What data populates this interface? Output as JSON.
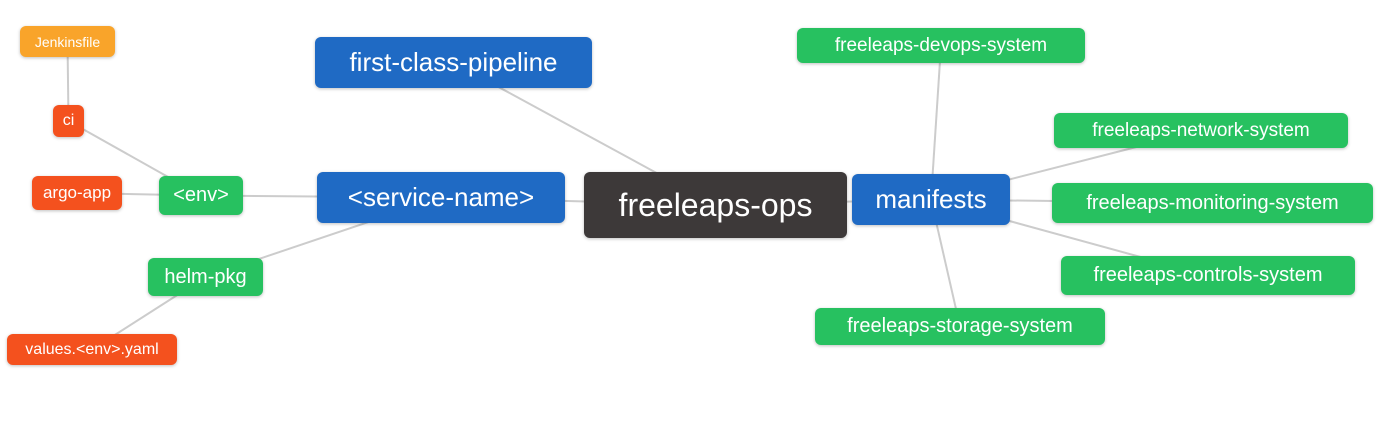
{
  "palette": {
    "root_bg": "#3D3939",
    "primary_bg": "#1F6AC4",
    "success_bg": "#27C160",
    "danger_bg": "#F4511E",
    "warning_bg": "#F9A42A",
    "text": "#FFFFFF",
    "edge": "#CCCCCC",
    "canvas_bg": "#FFFFFF"
  },
  "nodes": [
    {
      "id": "jenkinsfile",
      "label": "Jenkinsfile",
      "role": "warning"
    },
    {
      "id": "ci",
      "label": "ci",
      "role": "danger"
    },
    {
      "id": "argo-app",
      "label": "argo-app",
      "role": "danger"
    },
    {
      "id": "env",
      "label": "<env>",
      "role": "success"
    },
    {
      "id": "first-class-pipeline",
      "label": "first-class-pipeline",
      "role": "primary"
    },
    {
      "id": "service-name",
      "label": "<service-name>",
      "role": "primary"
    },
    {
      "id": "freeleaps-ops",
      "label": "freeleaps-ops",
      "role": "root"
    },
    {
      "id": "manifests",
      "label": "manifests",
      "role": "primary"
    },
    {
      "id": "freeleaps-devops-system",
      "label": "freeleaps-devops-system",
      "role": "success"
    },
    {
      "id": "freeleaps-network-system",
      "label": "freeleaps-network-system",
      "role": "success"
    },
    {
      "id": "freeleaps-monitoring-system",
      "label": "freeleaps-monitoring-system",
      "role": "success"
    },
    {
      "id": "freeleaps-controls-system",
      "label": "freeleaps-controls-system",
      "role": "success"
    },
    {
      "id": "freeleaps-storage-system",
      "label": "freeleaps-storage-system",
      "role": "success"
    },
    {
      "id": "helm-pkg",
      "label": "helm-pkg",
      "role": "success"
    },
    {
      "id": "values-env-yaml",
      "label": "values.<env>.yaml",
      "role": "danger"
    }
  ],
  "edges": [
    {
      "from": "jenkinsfile",
      "to": "ci"
    },
    {
      "from": "ci",
      "to": "env"
    },
    {
      "from": "argo-app",
      "to": "env"
    },
    {
      "from": "env",
      "to": "service-name"
    },
    {
      "from": "helm-pkg",
      "to": "service-name"
    },
    {
      "from": "values-env-yaml",
      "to": "helm-pkg"
    },
    {
      "from": "first-class-pipeline",
      "to": "freeleaps-ops"
    },
    {
      "from": "service-name",
      "to": "freeleaps-ops"
    },
    {
      "from": "freeleaps-ops",
      "to": "manifests"
    },
    {
      "from": "manifests",
      "to": "freeleaps-devops-system"
    },
    {
      "from": "manifests",
      "to": "freeleaps-network-system"
    },
    {
      "from": "manifests",
      "to": "freeleaps-monitoring-system"
    },
    {
      "from": "manifests",
      "to": "freeleaps-controls-system"
    },
    {
      "from": "manifests",
      "to": "freeleaps-storage-system"
    }
  ]
}
